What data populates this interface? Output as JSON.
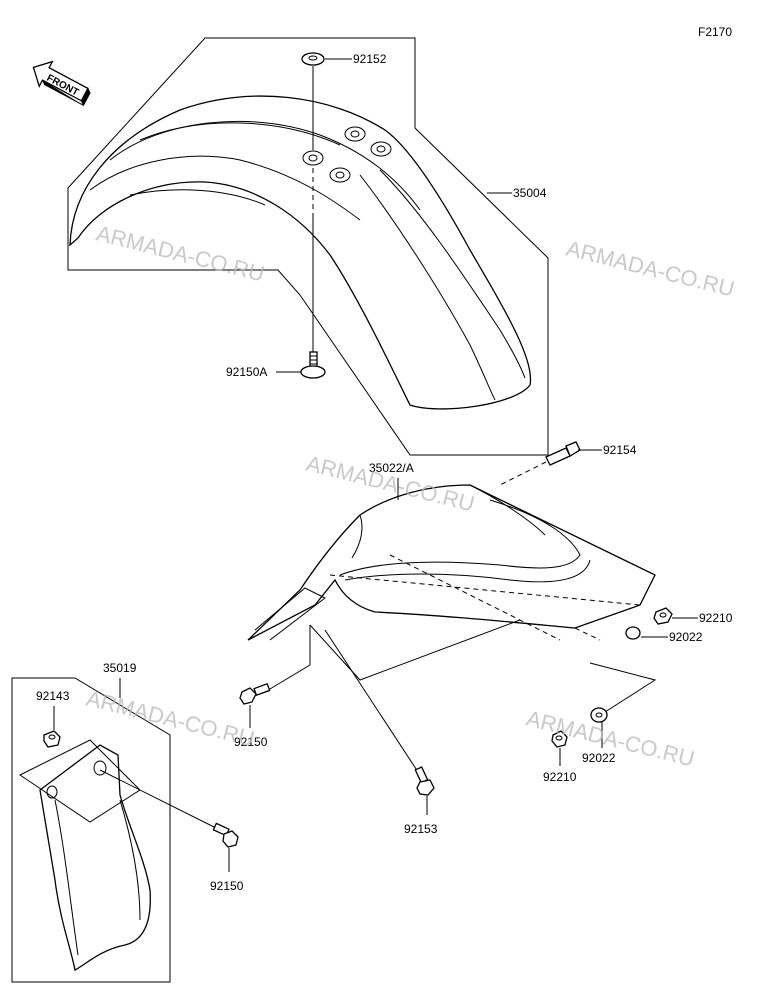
{
  "figure_code": "F2170",
  "front_indicator": "FRONT",
  "watermark": "ARMADA-CO.RU",
  "parts": {
    "p92152": "92152",
    "p35004": "35004",
    "p92150A": "92150A",
    "p35022A": "35022/A",
    "p92154": "92154",
    "p92210_right": "92210",
    "p92022_right": "92022",
    "p92022_bottom": "92022",
    "p92210_bottom": "92210",
    "p92150_mid": "92150",
    "p92153": "92153",
    "p35019": "35019",
    "p92143": "92143",
    "p92150_low": "92150"
  },
  "icons": [
    "front-arrow-icon",
    "front-fender",
    "rear-fender",
    "mud-flap",
    "bolt",
    "washer",
    "nut"
  ]
}
